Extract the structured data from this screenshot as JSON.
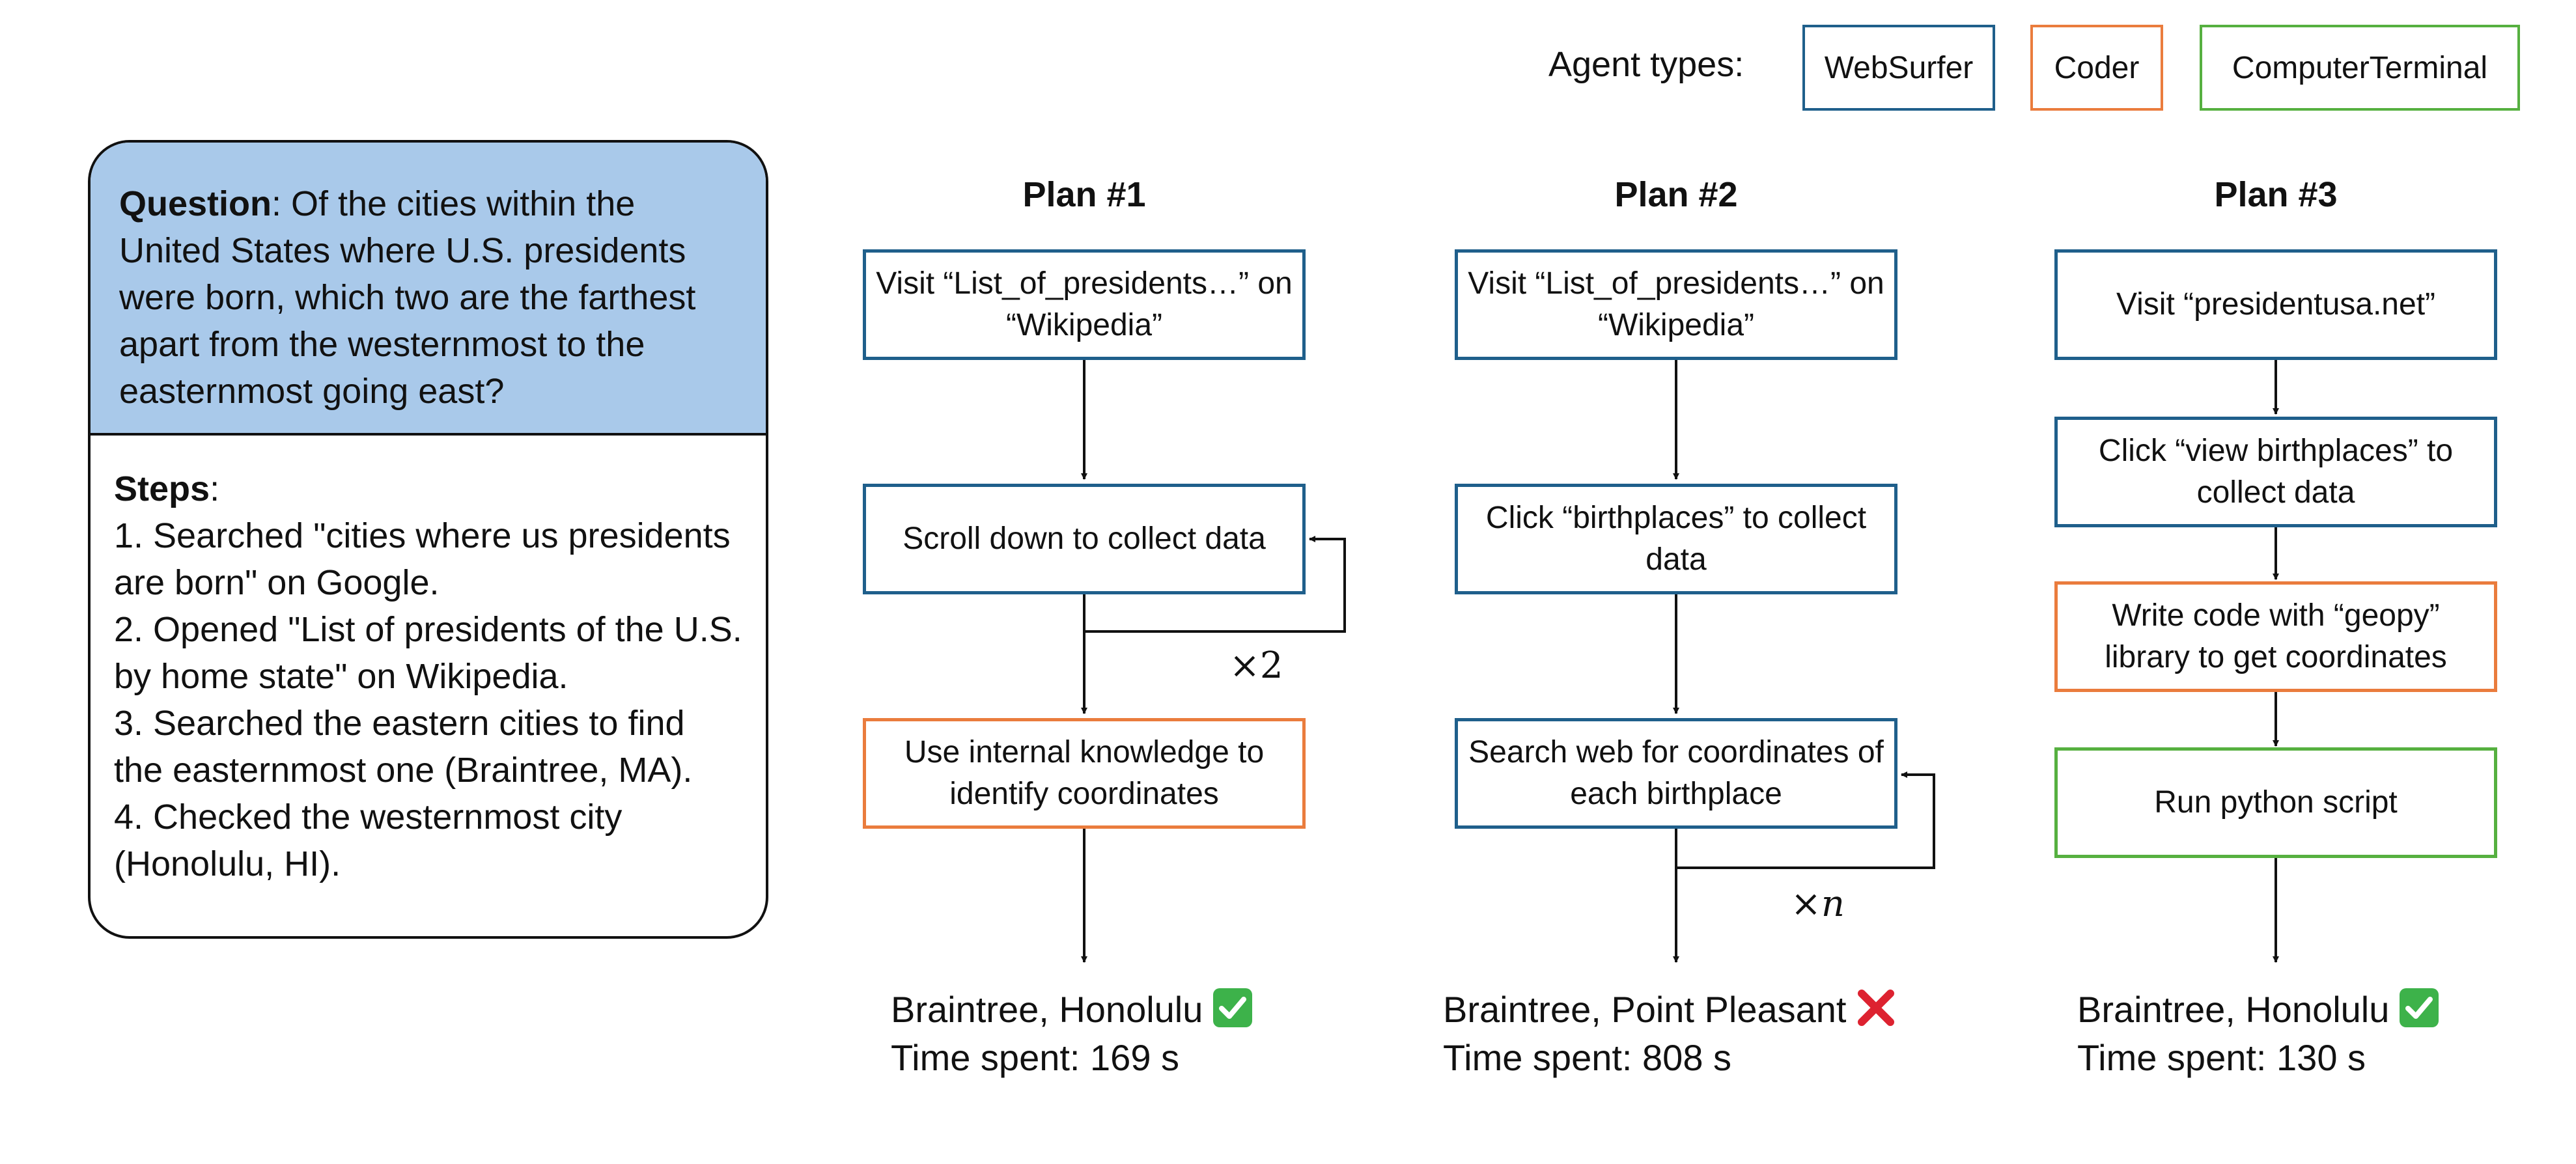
{
  "legend": {
    "label": "Agent types:",
    "types": [
      {
        "name": "WebSurfer",
        "color": "#1f5f8b"
      },
      {
        "name": "Coder",
        "color": "#ea7c3d"
      },
      {
        "name": "ComputerTerminal",
        "color": "#56b040"
      }
    ]
  },
  "question": {
    "label": "Question",
    "text": ": Of the cities within the United States where U.S. presidents were born, which two are the farthest apart from the westernmost to the easternmost going east?"
  },
  "steps": {
    "label": "Steps",
    "colon": ":",
    "items": [
      "1. Searched \"cities where us presidents are born\" on Google.",
      "2. Opened \"List of presidents of the U.S. by home state\" on Wikipedia.",
      "3. Searched the eastern cities to find the easternmost one (Braintree, MA).",
      "4. Checked the westernmost city (Honolulu, HI)."
    ]
  },
  "plans": [
    {
      "title": "Plan #1",
      "nodes": [
        {
          "text": "Visit “List_of_presidents…” on “Wikipedia”",
          "agent": "WebSurfer"
        },
        {
          "text": "Scroll down to collect data",
          "agent": "WebSurfer"
        },
        {
          "text": "Use internal knowledge to identify coordinates",
          "agent": "Coder"
        }
      ],
      "loop_label": "×2",
      "result": "Braintree, Honolulu",
      "correct": true,
      "time": "Time spent: 169 s"
    },
    {
      "title": "Plan #2",
      "nodes": [
        {
          "text": "Visit “List_of_presidents…” on “Wikipedia”",
          "agent": "WebSurfer"
        },
        {
          "text": "Click “birthplaces” to collect data",
          "agent": "WebSurfer"
        },
        {
          "text": "Search web for coordinates of each birthplace",
          "agent": "WebSurfer"
        }
      ],
      "loop_label": "×n",
      "result": "Braintree, Point Pleasant",
      "correct": false,
      "time": "Time spent: 808 s"
    },
    {
      "title": "Plan #3",
      "nodes": [
        {
          "text": "Visit “presidentusa.net”",
          "agent": "WebSurfer"
        },
        {
          "text": "Click “view birthplaces” to collect data",
          "agent": "WebSurfer"
        },
        {
          "text": "Write code with “geopy” library to get coordinates",
          "agent": "Coder"
        },
        {
          "text": "Run python script",
          "agent": "ComputerTerminal"
        }
      ],
      "result": "Braintree, Honolulu",
      "correct": true,
      "time": "Time spent: 130 s"
    }
  ]
}
